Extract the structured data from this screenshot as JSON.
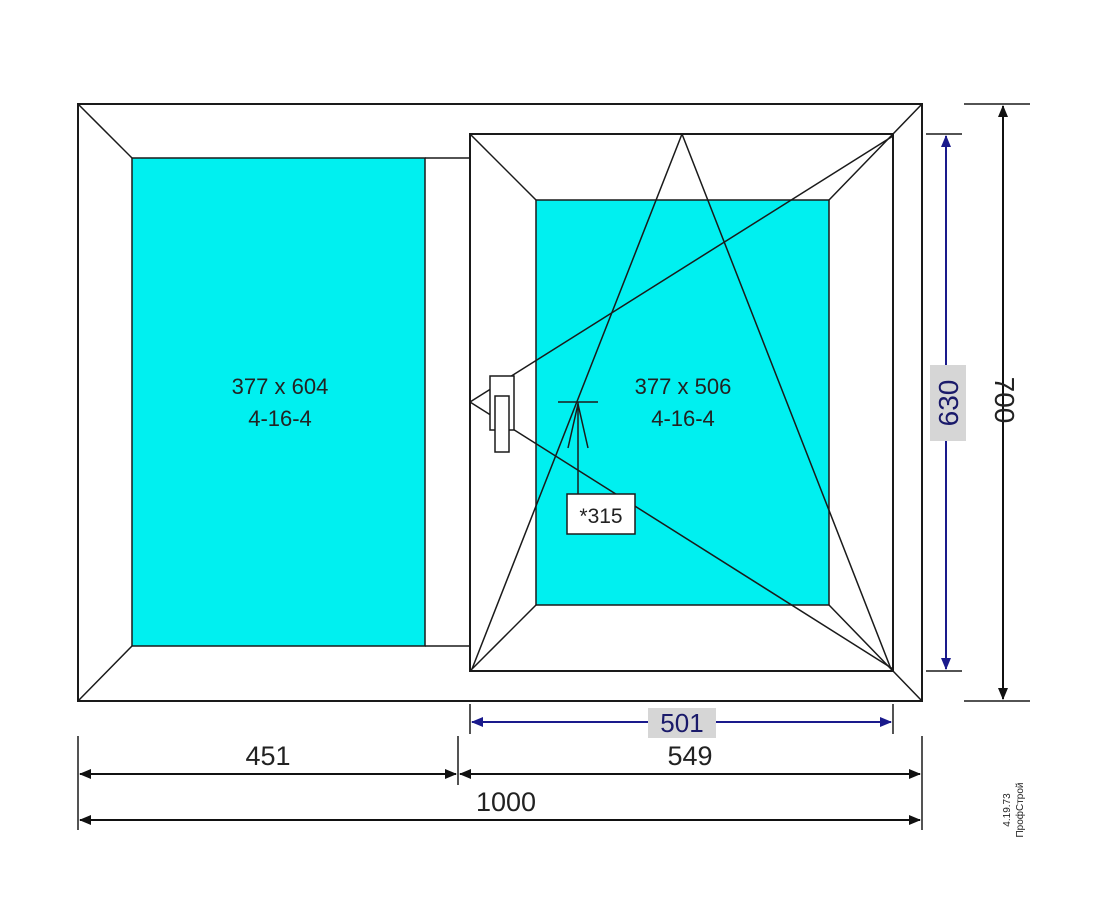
{
  "colors": {
    "glass": "#00f0f0",
    "sash_dimension": "#1a1a8c",
    "label_bg": "#d6d6d6",
    "line": "#1a1a1a"
  },
  "fixed_pane": {
    "glass_size": "377 x 604",
    "glass_unit": "4-16-4"
  },
  "opening_sash": {
    "glass_size": "377 x 506",
    "glass_unit": "4-16-4",
    "handle_note": "*315"
  },
  "dimensions": {
    "sash_width": "501",
    "sash_height": "630",
    "total_height": "700",
    "left_width": "451",
    "right_width": "549",
    "total_width": "1000"
  },
  "stamp": {
    "code": "4.19.73",
    "maker": "ПрофСтрой"
  }
}
